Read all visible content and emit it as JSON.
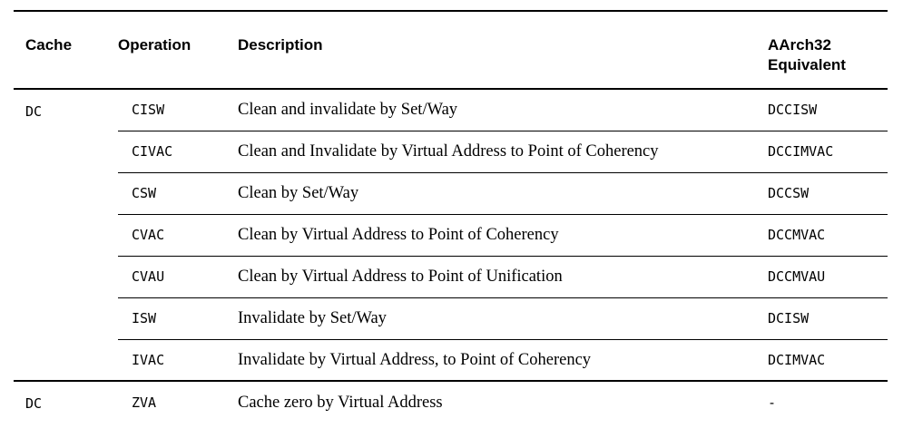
{
  "table": {
    "columns": [
      {
        "key": "cache",
        "label": "Cache"
      },
      {
        "key": "operation",
        "label": "Operation"
      },
      {
        "key": "description",
        "label": "Description"
      },
      {
        "key": "aarch32",
        "label": "AArch32 Equivalent",
        "label_line1": "AArch32",
        "label_line2": "Equivalent"
      }
    ],
    "groups": [
      {
        "cache": "DC",
        "rows": [
          {
            "operation": "CISW",
            "description": "Clean and invalidate by Set/Way",
            "aarch32": "DCCISW"
          },
          {
            "operation": "CIVAC",
            "description": "Clean and Invalidate by Virtual Address to Point of Coherency",
            "aarch32": "DCCIMVAC"
          },
          {
            "operation": "CSW",
            "description": "Clean by Set/Way",
            "aarch32": "DCCSW"
          },
          {
            "operation": "CVAC",
            "description": "Clean by Virtual Address to Point of Coherency",
            "aarch32": "DCCMVAC"
          },
          {
            "operation": "CVAU",
            "description": "Clean by Virtual Address to Point of Unification",
            "aarch32": "DCCMVAU"
          },
          {
            "operation": "ISW",
            "description": "Invalidate by Set/Way",
            "aarch32": "DCISW"
          },
          {
            "operation": "IVAC",
            "description": "Invalidate by Virtual Address, to Point of Coherency",
            "aarch32": "DCIMVAC"
          }
        ]
      },
      {
        "cache": "DC",
        "rows": [
          {
            "operation": "ZVA",
            "description": "Cache zero by Virtual Address",
            "aarch32": "-"
          }
        ]
      }
    ]
  },
  "colors": {
    "rule": "#000000",
    "text": "#000000",
    "background": "#ffffff"
  }
}
